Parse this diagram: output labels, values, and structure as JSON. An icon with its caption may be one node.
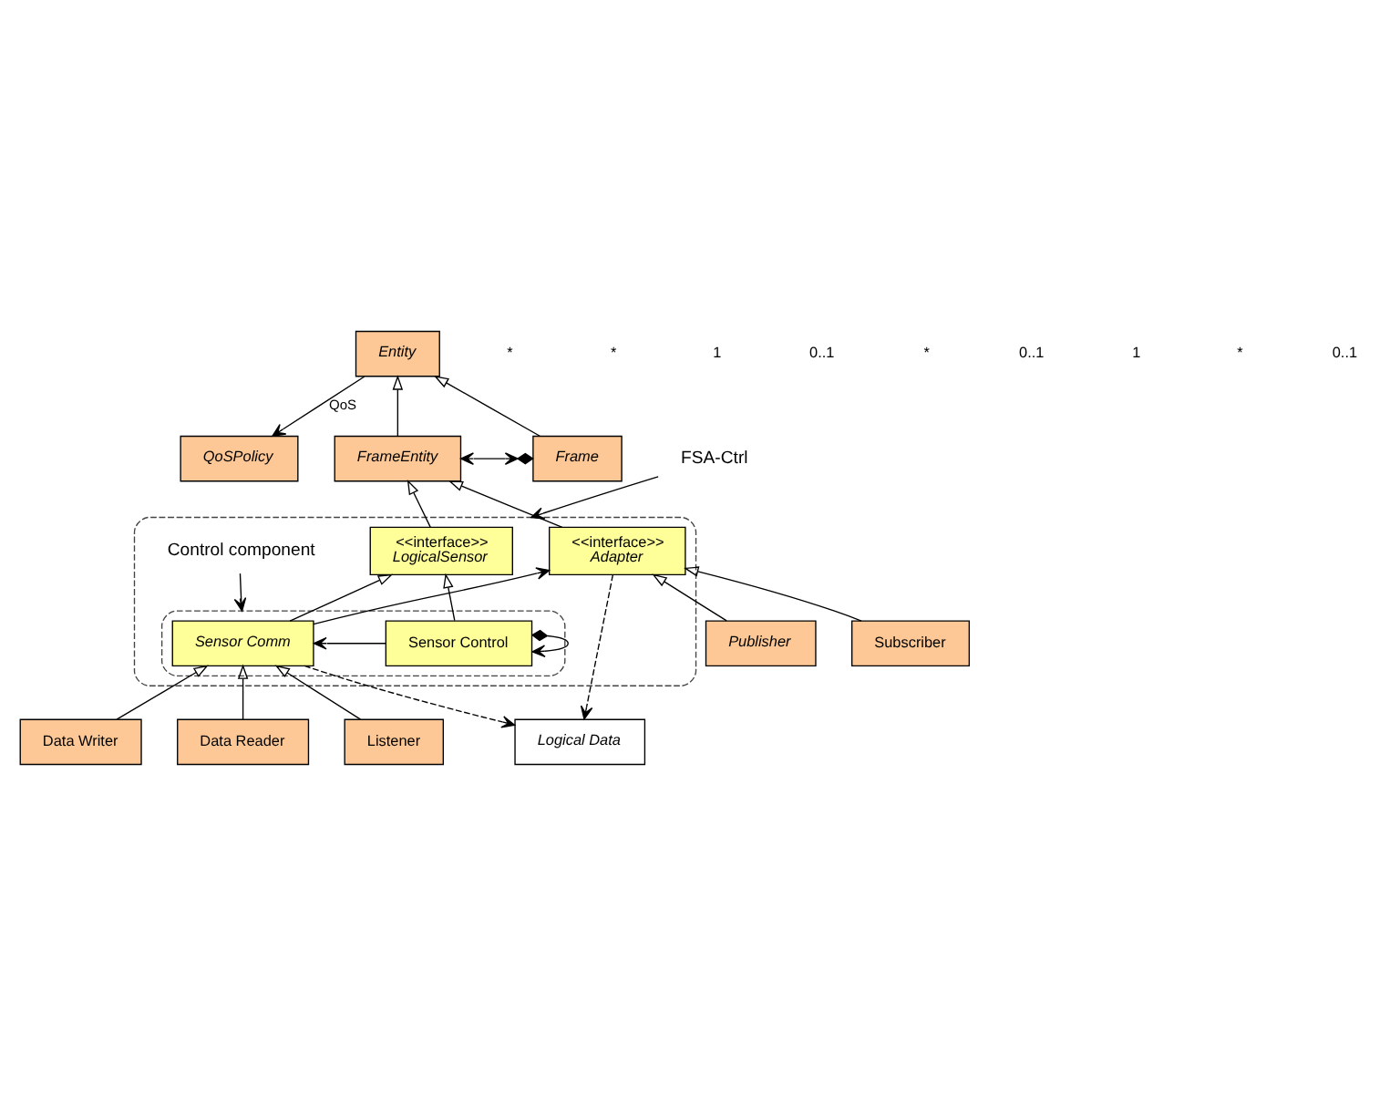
{
  "diagram": {
    "nodes": [
      {
        "text": [
          "QoSPolicy"
        ]
      },
      {
        "text": [
          "Entity"
        ]
      },
      {
        "text": [
          "FrameEntity"
        ]
      },
      {
        "text": [
          "Frame"
        ]
      },
      {
        "text": [
          "FSA-Ctrl"
        ]
      },
      {
        "text": [],
        "shape": "box"
      },
      {
        "text": [
          "<<interface>>",
          "LogicalSensor"
        ],
        "in": 5
      },
      {
        "text": [
          "Control component"
        ],
        "in": 5
      },
      {
        "text": [],
        "shape": "box",
        "in": 5
      },
      {
        "text": [
          "<<interface>>",
          "Adapter"
        ],
        "in": 5
      },
      {
        "text": [
          "Sensor Comm"
        ],
        "in": 8
      },
      {
        "text": [
          "Sensor Control"
        ],
        "in": 8
      },
      {
        "text": [
          "Logical Data"
        ]
      },
      {
        "text": [
          "Publisher"
        ]
      },
      {
        "text": [
          "Subscriber"
        ]
      },
      {
        "text": [
          "Data Writer"
        ]
      },
      {
        "text": [
          "Data Reader"
        ]
      },
      {
        "text": [
          "Listener"
        ]
      }
    ],
    "edges": [
      {
        "from": 1,
        "to": 0,
        "arrow": "to",
        "label": "QoS"
      },
      {
        "from": 2,
        "to": 1,
        "arrow": "to"
      },
      {
        "from": 3,
        "to": 1,
        "arrow": "to"
      },
      {
        "from": 3,
        "to": 2,
        "arrow": "both"
      },
      {
        "from": 9,
        "to": 2,
        "arrow": "to"
      },
      {
        "from": 6,
        "to": 2,
        "arrow": "to"
      },
      {
        "from": 10,
        "to": 6,
        "arrow": "to"
      },
      {
        "from": 11,
        "to": 6,
        "arrow": "to"
      },
      {
        "from": 10,
        "to": 9,
        "arrow": "to"
      },
      {
        "from": 11,
        "to": 10,
        "arrow": "to"
      },
      {
        "from": 11,
        "to": 11,
        "arrow": "to"
      },
      {
        "from": 9,
        "to": 12,
        "arrow": "to",
        "style": "dashed"
      },
      {
        "from": 10,
        "to": 12,
        "arrow": "to",
        "style": "dashed"
      },
      {
        "from": 13,
        "to": 9,
        "arrow": "to"
      },
      {
        "from": 14,
        "to": 9,
        "arrow": "to"
      },
      {
        "from": 15,
        "to": 10,
        "arrow": "to"
      },
      {
        "from": 16,
        "to": 10,
        "arrow": "to"
      },
      {
        "from": 17,
        "to": 10,
        "arrow": "to"
      },
      {
        "from": 4,
        "to": 5,
        "arrow": "to"
      },
      {
        "from": 7,
        "to": 8,
        "arrow": "to"
      }
    ],
    "labels": [
      "*",
      "*",
      "1",
      "0..1",
      "*",
      "0..1",
      "1",
      "*",
      "0..1"
    ]
  }
}
